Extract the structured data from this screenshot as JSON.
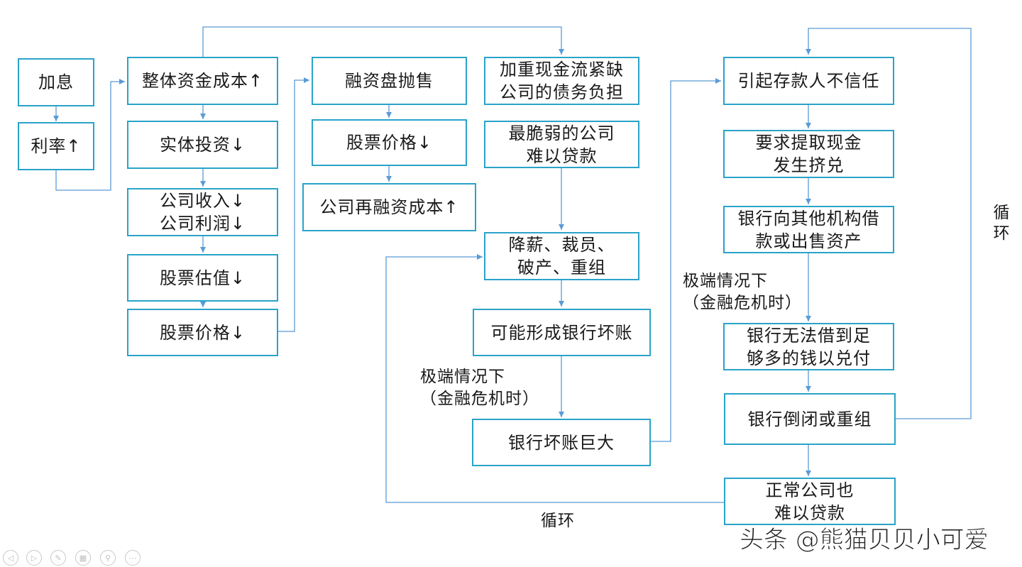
{
  "boxes": {
    "jiaxi": "加息",
    "lilv": "利率↑",
    "zhengti": "整体资金成本↑",
    "shiti": "实体投资↓",
    "shouru": "公司收入↓",
    "lirun": "公司利润↓",
    "guzhi": "股票估值↓",
    "gujia1": "股票价格↓",
    "rongzi": "融资盘抛售",
    "gujia2": "股票价格↓",
    "zairongzi": "公司再融资成本↑",
    "jiazhong1": "加重现金流紧缺",
    "jiazhong2": "公司的债务负担",
    "cuiruo1": "最脆弱的公司",
    "cuiruo2": "难以贷款",
    "jiangxin1": "降薪、裁员、",
    "jiangxin2": "破产、重组",
    "huaizhang": "可能形成银行坏账",
    "huaizhang_big": "银行坏账巨大",
    "xinren": "引起存款人不信任",
    "tiqu1": "要求提取现金",
    "tiqu2": "发生挤兑",
    "jiekuan1": "银行向其他机构借",
    "jiekuan2": "款或出售资产",
    "wufa1": "银行无法借到足",
    "wufa2": "够多的钱以兑付",
    "daobi": "银行倒闭或重组",
    "zhengchang1": "正常公司也",
    "zhengchang2": "难以贷款"
  },
  "labels": {
    "extreme_a1": "极端情况下",
    "extreme_a2": "（金融危机时）",
    "extreme_b1": "极端情况下",
    "extreme_b2": "（金融危机时）",
    "cycle_bottom": "循环",
    "cycle_right": "循环"
  },
  "watermark": "头条 @熊猫贝贝小可爱",
  "toolbar": [
    {
      "name": "prev-icon",
      "glyph": "◁"
    },
    {
      "name": "next-icon",
      "glyph": "▷"
    },
    {
      "name": "pen-icon",
      "glyph": "✎"
    },
    {
      "name": "slides-icon",
      "glyph": "▦"
    },
    {
      "name": "zoom-icon",
      "glyph": "⚲"
    },
    {
      "name": "more-icon",
      "glyph": "⋯"
    }
  ],
  "colors": {
    "box_border": "#2aa3c9",
    "connector": "#5b9bd5"
  }
}
